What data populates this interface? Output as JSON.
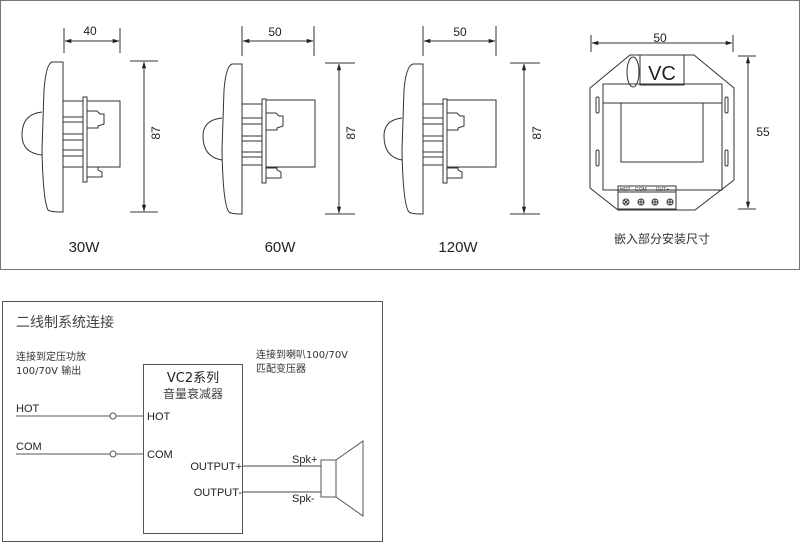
{
  "dimensions_panel": {
    "models": [
      {
        "label": "30W",
        "depth": "40",
        "height": "87"
      },
      {
        "label": "60W",
        "depth": "50",
        "height": "87"
      },
      {
        "label": "120W",
        "depth": "50",
        "height": "87"
      }
    ],
    "front_view": {
      "width": "50",
      "height": "55",
      "module_label": "VC",
      "terminal_labels": {
        "hot": "HOT",
        "com": "COM",
        "out": "-OUT+"
      },
      "caption": "嵌入部分安装尺寸"
    }
  },
  "wiring_panel": {
    "title": "二线制系统连接",
    "left_note": [
      "连接到定压功放",
      "100/70V 输出"
    ],
    "right_note": [
      "连接到喇叭100/70V",
      "匹配变压器"
    ],
    "device_title": [
      "VC2系列",
      "音量衰减器"
    ],
    "inputs": [
      {
        "wire_label": "HOT",
        "pin_label": "HOT"
      },
      {
        "wire_label": "COM",
        "pin_label": "COM"
      }
    ],
    "outputs": [
      {
        "pin_label": "OUTPUT+",
        "spk_label": "Spk+"
      },
      {
        "pin_label": "OUTPUT-",
        "spk_label": "Spk-"
      }
    ]
  },
  "colors": {
    "line": "#333333",
    "frame": "#666666",
    "wire": "#555555"
  }
}
